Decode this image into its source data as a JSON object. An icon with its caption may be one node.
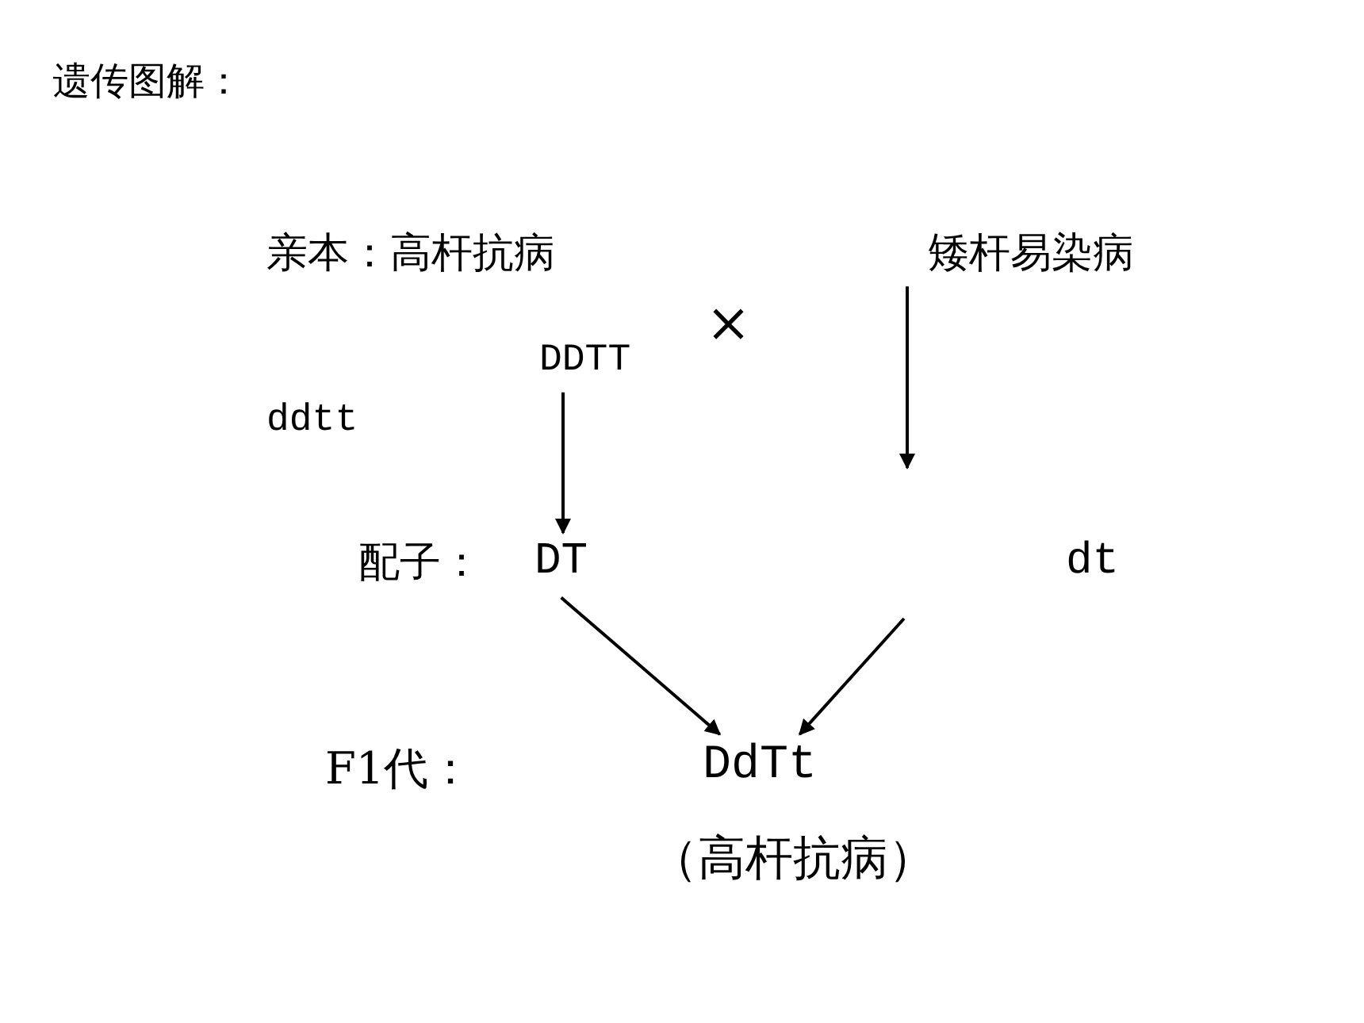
{
  "diagram": {
    "title": "遗传图解：",
    "nodes": [
      {
        "text": [
          "高杆抗病"
        ]
      },
      {
        "text": [
          "矮杆易染病"
        ]
      },
      {
        "text": [
          "DDTT"
        ]
      },
      {
        "text": [
          "ddtt"
        ]
      },
      {
        "text": [
          "DT"
        ]
      },
      {
        "text": [
          "dt"
        ]
      },
      {
        "text": [
          "DdTt"
        ],
        "beside": [
          "（高杆抗病）"
        ]
      }
    ],
    "edges": [
      {
        "from": 2,
        "to": 4,
        "arrow": "to"
      },
      {
        "from": 1,
        "to": null,
        "arrow": "to"
      },
      {
        "from": 4,
        "to": 6,
        "arrow": "to"
      },
      {
        "from": null,
        "to": 6,
        "arrow": "to"
      }
    ],
    "labels": [
      "亲本：",
      "×",
      "配子：",
      "F1代："
    ]
  }
}
